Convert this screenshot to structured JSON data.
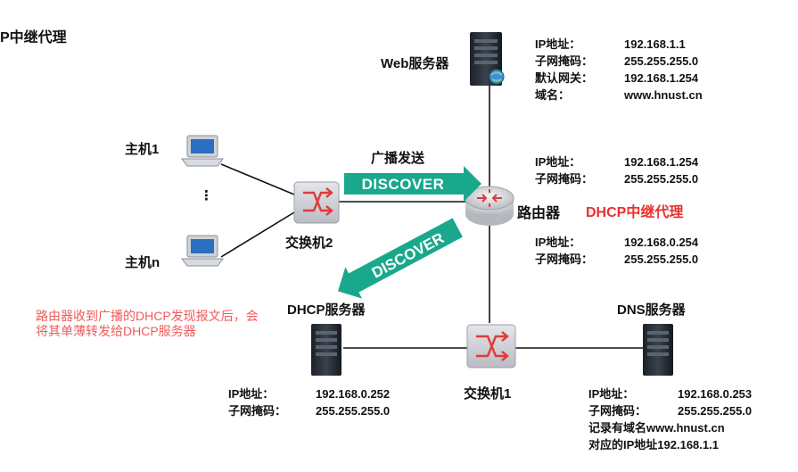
{
  "title": "P中继代理",
  "web_server": {
    "name": "Web服务器",
    "labels": [
      "IP地址：",
      "子网掩码：",
      "默认网关：",
      "域名："
    ],
    "values": [
      "192.168.1.1",
      "255.255.255.0",
      "192.168.1.254",
      "www.hnust.cn"
    ]
  },
  "router": {
    "name": "路由器",
    "tag": "DHCP中继代理",
    "if1": {
      "labels": [
        "IP地址：",
        "子网掩码："
      ],
      "values": [
        "192.168.1.254",
        "255.255.255.0"
      ]
    },
    "if2": {
      "labels": [
        "IP地址：",
        "子网掩码："
      ],
      "values": [
        "192.168.0.254",
        "255.255.255.0"
      ]
    }
  },
  "hosts": {
    "host1": "主机1",
    "dots": "⋮",
    "hostn": "主机n"
  },
  "switch2": "交换机2",
  "switch1": "交换机1",
  "broadcast_label": "广播发送",
  "discover1": "DISCOVER",
  "discover2": "DISCOVER",
  "note": "路由器收到广播的DHCP发现报文后，会将其单薄转发给DHCP服务器",
  "dhcp_server": {
    "name": "DHCP服务器",
    "labels": [
      "IP地址：",
      "子网掩码："
    ],
    "values": [
      "192.168.0.252",
      "255.255.255.0"
    ]
  },
  "dns_server": {
    "name": "DNS服务器",
    "labels": [
      "IP地址：",
      "子网掩码："
    ],
    "values": [
      "192.168.0.253",
      "255.255.255.0"
    ],
    "record_line1": "记录有域名www.hnust.cn",
    "record_line2": "对应的IP地址192.168.1.1"
  },
  "colors": {
    "arrow": "#1aa88c",
    "red": "#e8302f",
    "note": "#f05a5a"
  }
}
